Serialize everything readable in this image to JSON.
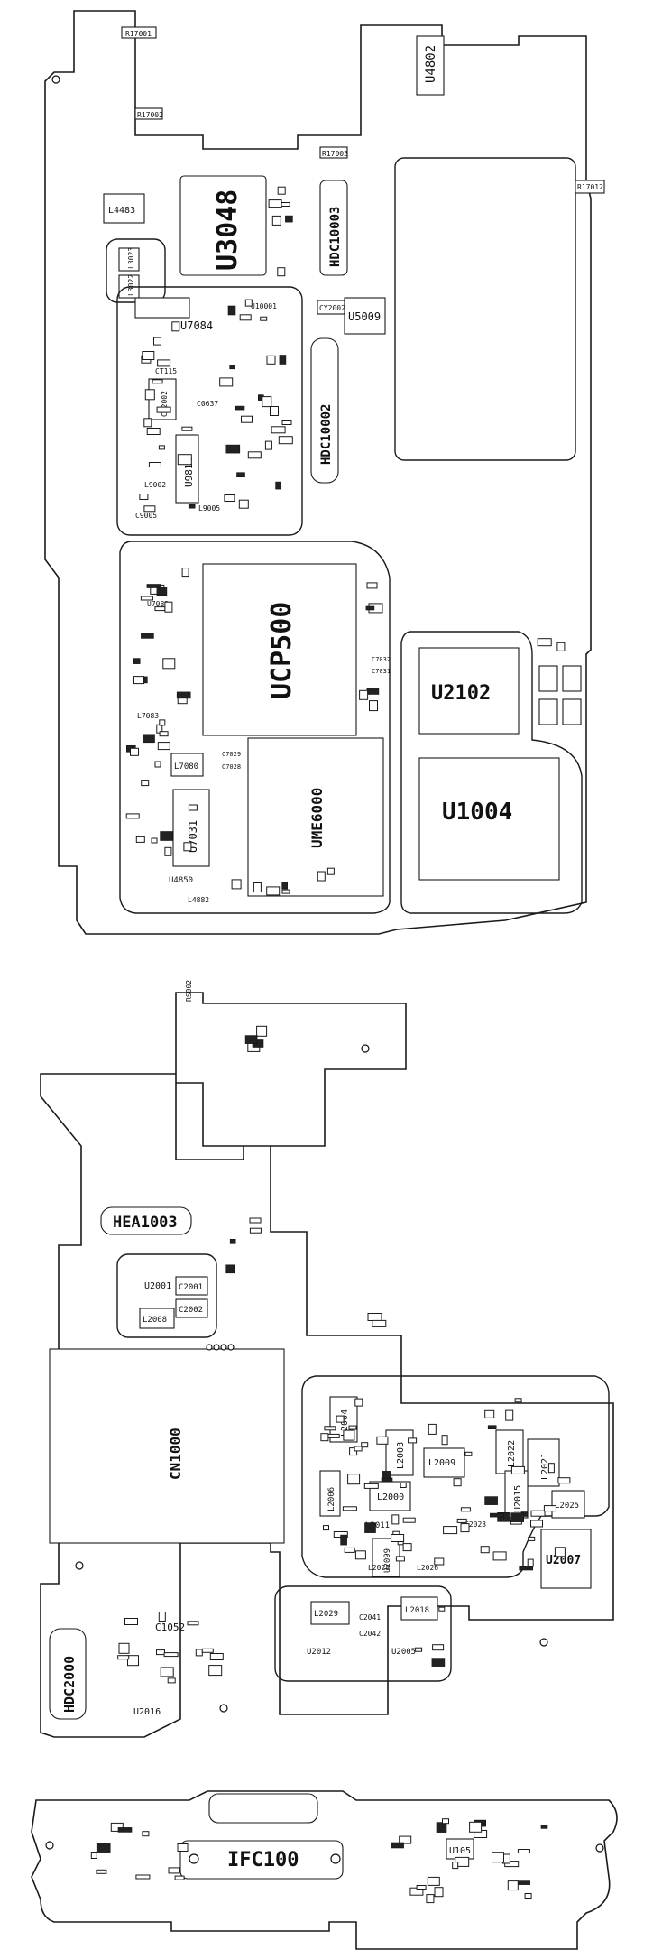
{
  "board_top": {
    "big_components": [
      {
        "id": "u3048",
        "label": "U3048"
      },
      {
        "id": "hdc10003",
        "label": "HDC10003"
      },
      {
        "id": "hdc10002",
        "label": "HDC10002"
      },
      {
        "id": "ucp500",
        "label": "UCP500"
      },
      {
        "id": "ume6000",
        "label": "UME6000"
      },
      {
        "id": "u2102",
        "label": "U2102"
      },
      {
        "id": "u1004",
        "label": "U1004"
      },
      {
        "id": "u4802",
        "label": "U4802"
      },
      {
        "id": "u5009",
        "label": "U5009"
      },
      {
        "id": "u7084",
        "label": "U7084"
      },
      {
        "id": "u7031",
        "label": "U7031"
      },
      {
        "id": "u9814",
        "label": "U9814"
      }
    ],
    "small_components": [
      {
        "id": "r17001",
        "label": "R17001"
      },
      {
        "id": "r17002",
        "label": "R17002"
      },
      {
        "id": "r17003",
        "label": "R17003"
      },
      {
        "id": "r17012",
        "label": "R17012"
      },
      {
        "id": "l4483",
        "label": "L4483"
      },
      {
        "id": "l3023",
        "label": "L3023"
      },
      {
        "id": "l3022",
        "label": "L3022"
      },
      {
        "id": "l7083",
        "label": "L7083"
      },
      {
        "id": "l7080",
        "label": "L7080"
      },
      {
        "id": "l9005",
        "label": "L9005"
      },
      {
        "id": "l9002",
        "label": "L9002"
      },
      {
        "id": "u4850",
        "label": "U4850"
      },
      {
        "id": "l4882",
        "label": "L4882"
      },
      {
        "id": "u7082",
        "label": "U7082"
      },
      {
        "id": "u10001",
        "label": "U10001"
      },
      {
        "id": "c7029",
        "label": "C7029"
      },
      {
        "id": "c7028",
        "label": "C7028"
      },
      {
        "id": "c7032",
        "label": "C7032"
      },
      {
        "id": "c7031",
        "label": "C7031"
      },
      {
        "id": "c9005",
        "label": "C9005"
      },
      {
        "id": "c0637",
        "label": "C0637"
      },
      {
        "id": "ct115",
        "label": "CT115"
      },
      {
        "id": "ct2002",
        "label": "CT2002"
      },
      {
        "id": "c2002",
        "label": "CY2002"
      }
    ]
  },
  "board_bottom": {
    "big_components": [
      {
        "id": "hea1003",
        "label": "HEA1003"
      },
      {
        "id": "cn1000",
        "label": "CN1000"
      },
      {
        "id": "hdc2000",
        "label": "HDC2000"
      },
      {
        "id": "u2007",
        "label": "U2007"
      },
      {
        "id": "ifc100",
        "label": "IFC100"
      }
    ],
    "small_components": [
      {
        "id": "u2001",
        "label": "U2001"
      },
      {
        "id": "c2001",
        "label": "C2001"
      },
      {
        "id": "c2002b",
        "label": "C2002"
      },
      {
        "id": "l2008",
        "label": "L2008"
      },
      {
        "id": "c1052",
        "label": "C1052"
      },
      {
        "id": "u2016",
        "label": "U2016"
      },
      {
        "id": "l2004",
        "label": "L2004"
      },
      {
        "id": "l2003",
        "label": "L2003"
      },
      {
        "id": "l2009",
        "label": "L2009"
      },
      {
        "id": "l2022",
        "label": "L2022"
      },
      {
        "id": "l2021",
        "label": "L2021"
      },
      {
        "id": "l2006",
        "label": "L2006"
      },
      {
        "id": "l2000",
        "label": "L2000"
      },
      {
        "id": "l2011",
        "label": "L2011"
      },
      {
        "id": "u2015",
        "label": "U2015"
      },
      {
        "id": "l2025",
        "label": "L2025"
      },
      {
        "id": "u2099",
        "label": "U2099"
      },
      {
        "id": "l2028",
        "label": "L2028"
      },
      {
        "id": "l2026",
        "label": "L2026"
      },
      {
        "id": "c2023",
        "label": "C2023"
      },
      {
        "id": "l2029",
        "label": "L2029"
      },
      {
        "id": "c2041",
        "label": "C2041"
      },
      {
        "id": "c2042",
        "label": "C2042"
      },
      {
        "id": "l2018",
        "label": "L2018"
      },
      {
        "id": "u2012",
        "label": "U2012"
      },
      {
        "id": "u2005",
        "label": "U2005"
      },
      {
        "id": "u105",
        "label": "U105"
      },
      {
        "id": "rs002",
        "label": "RS002"
      }
    ]
  },
  "colors": {
    "outline": "#1a1a1a",
    "background": "#ffffff",
    "fill_dark": "#222222"
  }
}
